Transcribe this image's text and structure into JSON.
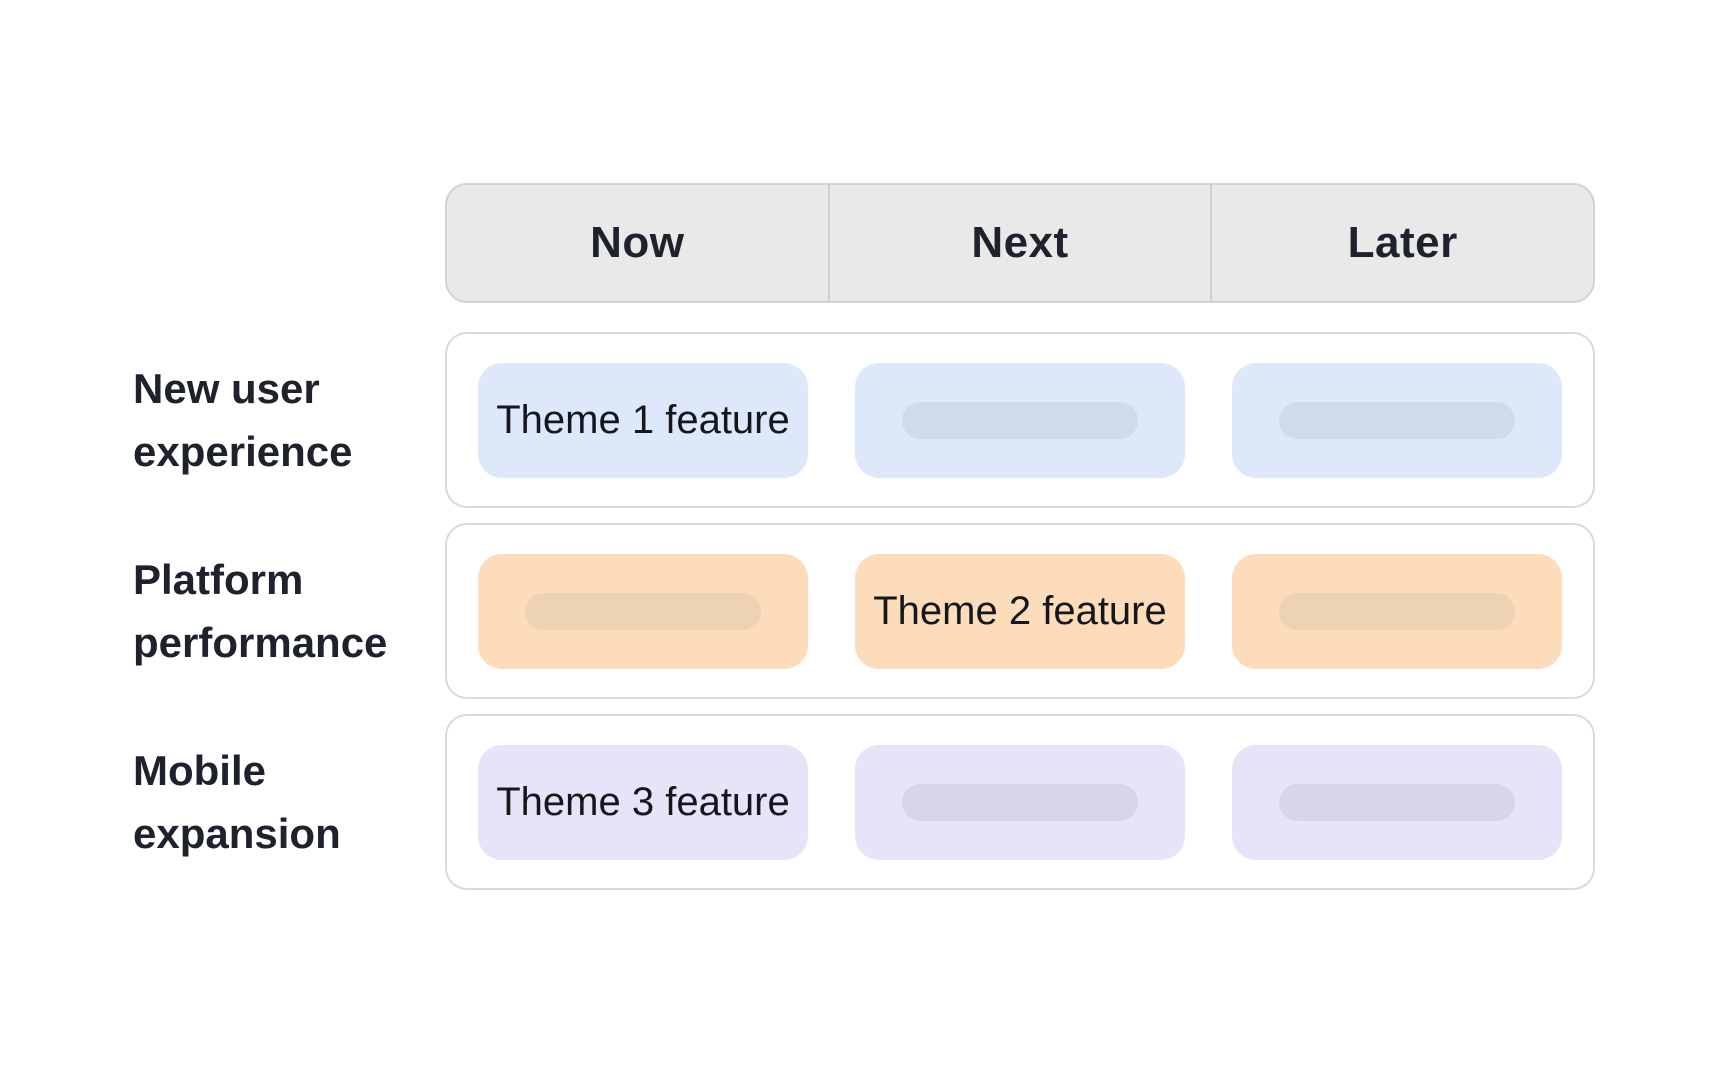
{
  "colors": {
    "page_bg": "#ffffff",
    "header_bg": "#e9e9ea",
    "header_border": "#d2d2d5",
    "header_divider": "#cfcfd3",
    "container_bg": "#ffffff",
    "container_border": "#d9d9dc",
    "heading_text": "#1e222c",
    "card_text": "#15171c",
    "blue_card": "#dde9fa",
    "blue_pill": "#d0dbea",
    "orange_card": "#fcdcba",
    "orange_pill": "#edd2b3",
    "purple_card": "#e7e3f9",
    "purple_pill": "#d9d4ec"
  },
  "header": {
    "columns": [
      {
        "label": "Now"
      },
      {
        "label": "Next"
      },
      {
        "label": "Later"
      }
    ]
  },
  "rows": [
    {
      "label_line1": "New user",
      "label_line2": "experience",
      "color_theme": "blue",
      "cards": [
        {
          "type": "text",
          "text": "Theme 1 feature"
        },
        {
          "type": "placeholder"
        },
        {
          "type": "placeholder"
        }
      ]
    },
    {
      "label_line1": "Platform",
      "label_line2": "performance",
      "color_theme": "orange",
      "cards": [
        {
          "type": "placeholder"
        },
        {
          "type": "text",
          "text": "Theme 2 feature"
        },
        {
          "type": "placeholder"
        }
      ]
    },
    {
      "label_line1": "Mobile",
      "label_line2": "expansion",
      "color_theme": "purple",
      "cards": [
        {
          "type": "text",
          "text": "Theme 3 feature"
        },
        {
          "type": "placeholder"
        },
        {
          "type": "placeholder"
        }
      ]
    }
  ]
}
